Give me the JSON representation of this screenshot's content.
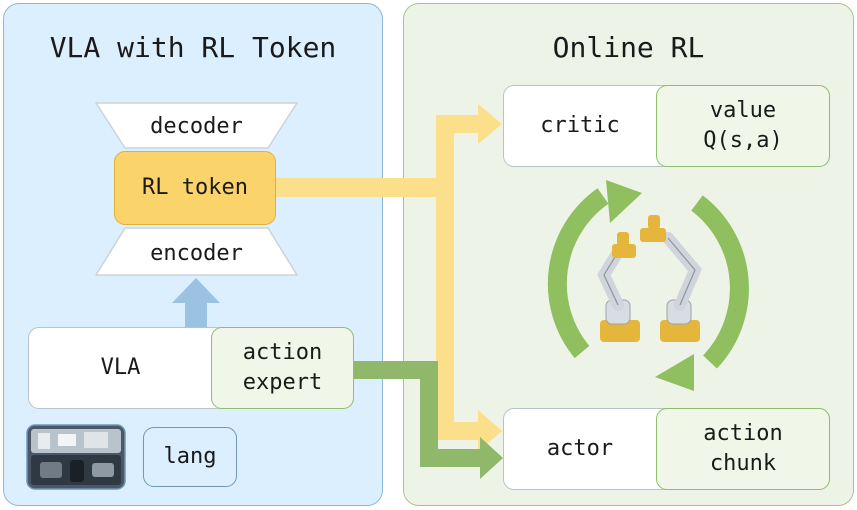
{
  "left_panel": {
    "title": "VLA with RL Token",
    "decoder_label": "decoder",
    "token_label": "RL token",
    "encoder_label": "encoder",
    "vla_label": "VLA",
    "action_expert_label": "action\nexpert",
    "lang_label": "lang"
  },
  "right_panel": {
    "title": "Online RL",
    "critic_label": "critic",
    "value_label": "value\nQ(s,a)",
    "actor_label": "actor",
    "action_chunk_label": "action\nchunk"
  },
  "colors": {
    "left_bg": "#dcefff",
    "right_bg": "#eef3e8",
    "token": "#fbd36b",
    "token_arrow": "#fcdf8a",
    "expert_arrow": "#8fb86a",
    "cycle_arrow": "#8fbf5e",
    "up_arrow": "#9cc2e2"
  }
}
